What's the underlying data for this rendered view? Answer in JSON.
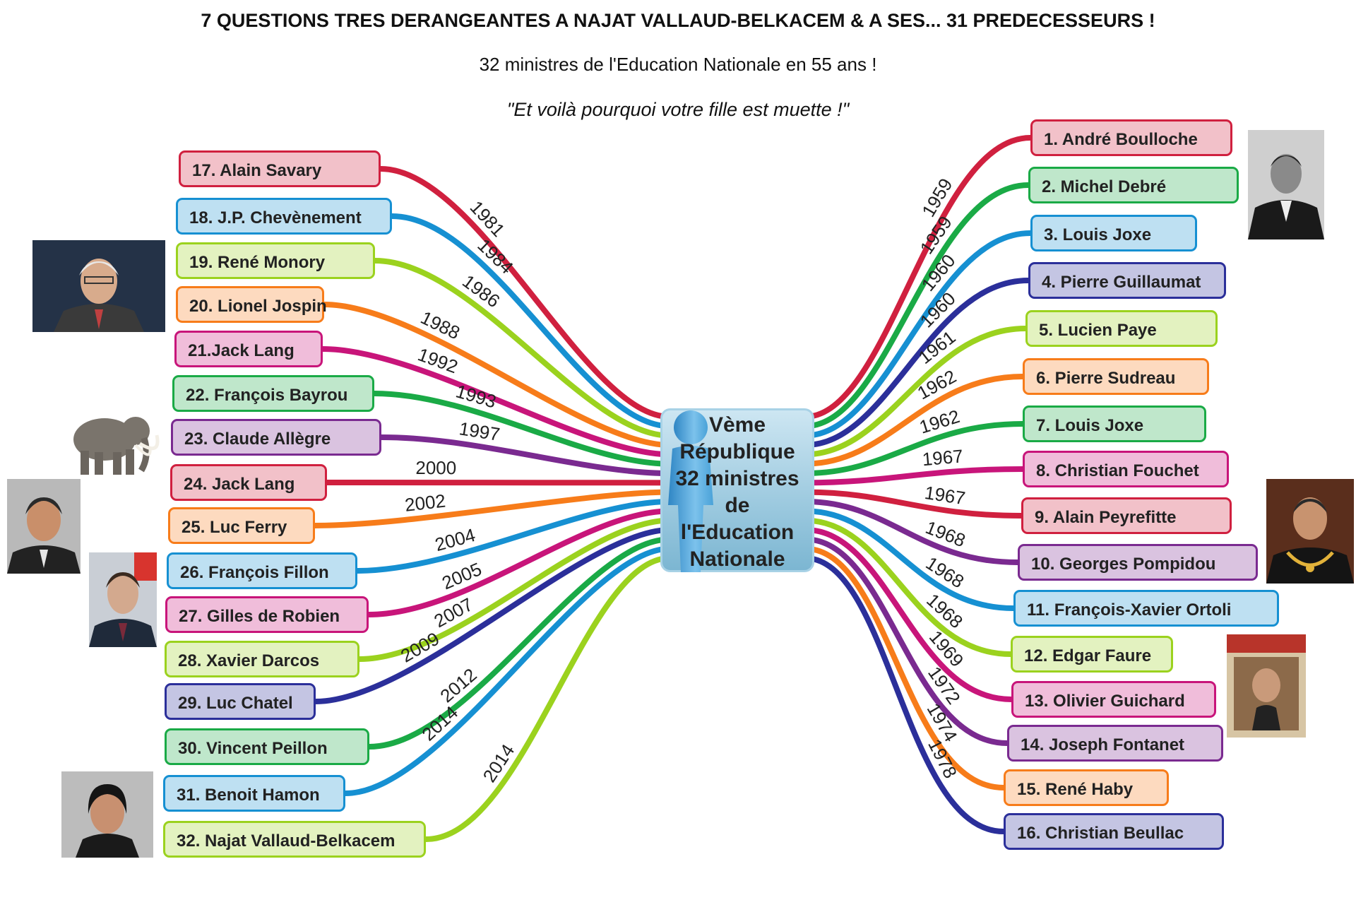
{
  "header": {
    "title": "7 QUESTIONS TRES DERANGEANTES A NAJAT VALLAUD-BELKACEM & A SES... 31 PREDECESSEURS !",
    "subtitle": "32 ministres de l'Education Nationale en 55 ans !",
    "quote": "\"Et voilà pourquoi votre fille est muette !\""
  },
  "hub": {
    "lines": [
      "Vème",
      "République",
      "32 ministres",
      "de",
      "l'Education",
      "Nationale"
    ]
  },
  "colors": {
    "red": "#d0203f",
    "green": "#1aaa46",
    "blue": "#1690d2",
    "navy": "#2b2f9a",
    "lime": "#9bd21e",
    "orange": "#f77c1a",
    "magenta": "#c8157a",
    "purple": "#7a2a90"
  },
  "ministers": [
    {
      "label": "1. André Boulloche",
      "year": "1959",
      "color": "red"
    },
    {
      "label": "2. Michel Debré",
      "year": "1959",
      "color": "green"
    },
    {
      "label": "3. Louis Joxe",
      "year": "1960",
      "color": "blue"
    },
    {
      "label": "4. Pierre Guillaumat",
      "year": "1960",
      "color": "navy"
    },
    {
      "label": "5. Lucien Paye",
      "year": "1961",
      "color": "lime"
    },
    {
      "label": "6. Pierre Sudreau",
      "year": "1962",
      "color": "orange"
    },
    {
      "label": "7. Louis Joxe",
      "year": "1962",
      "color": "green"
    },
    {
      "label": "8. Christian Fouchet",
      "year": "1967",
      "color": "magenta"
    },
    {
      "label": "9. Alain Peyrefitte",
      "year": "1967",
      "color": "red"
    },
    {
      "label": "10. Georges Pompidou",
      "year": "1968",
      "color": "purple"
    },
    {
      "label": "11. François-Xavier Ortoli",
      "year": "1968",
      "color": "blue"
    },
    {
      "label": "12. Edgar Faure",
      "year": "1968",
      "color": "lime"
    },
    {
      "label": "13. Olivier Guichard",
      "year": "1969",
      "color": "magenta"
    },
    {
      "label": "14. Joseph Fontanet",
      "year": "1972",
      "color": "purple"
    },
    {
      "label": "15. René Haby",
      "year": "1974",
      "color": "orange"
    },
    {
      "label": "16. Christian Beullac",
      "year": "1978",
      "color": "navy"
    },
    {
      "label": "17. Alain Savary",
      "year": "1981",
      "color": "red"
    },
    {
      "label": "18. J.P. Chevènement",
      "year": "1984",
      "color": "blue"
    },
    {
      "label": "19. René Monory",
      "year": "1986",
      "color": "lime"
    },
    {
      "label": "20. Lionel Jospin",
      "year": "1988",
      "color": "orange"
    },
    {
      "label": "21.Jack Lang",
      "year": "1992",
      "color": "magenta"
    },
    {
      "label": "22. François Bayrou",
      "year": "1993",
      "color": "green"
    },
    {
      "label": "23. Claude Allègre",
      "year": "1997",
      "color": "purple"
    },
    {
      "label": "24. Jack Lang",
      "year": "2000",
      "color": "red"
    },
    {
      "label": "25. Luc Ferry",
      "year": "2002",
      "color": "orange"
    },
    {
      "label": "26. François Fillon",
      "year": "2004",
      "color": "blue"
    },
    {
      "label": "27. Gilles de Robien",
      "year": "2005",
      "color": "magenta"
    },
    {
      "label": "28. Xavier Darcos",
      "year": "2007",
      "color": "lime"
    },
    {
      "label": "29. Luc Chatel",
      "year": "2009",
      "color": "navy"
    },
    {
      "label": "30. Vincent Peillon",
      "year": "2012",
      "color": "green"
    },
    {
      "label": "31. Benoit Hamon",
      "year": "2014",
      "color": "blue"
    },
    {
      "label": "32. Najat Vallaud-Belkacem",
      "year": "2014",
      "color": "lime"
    }
  ]
}
